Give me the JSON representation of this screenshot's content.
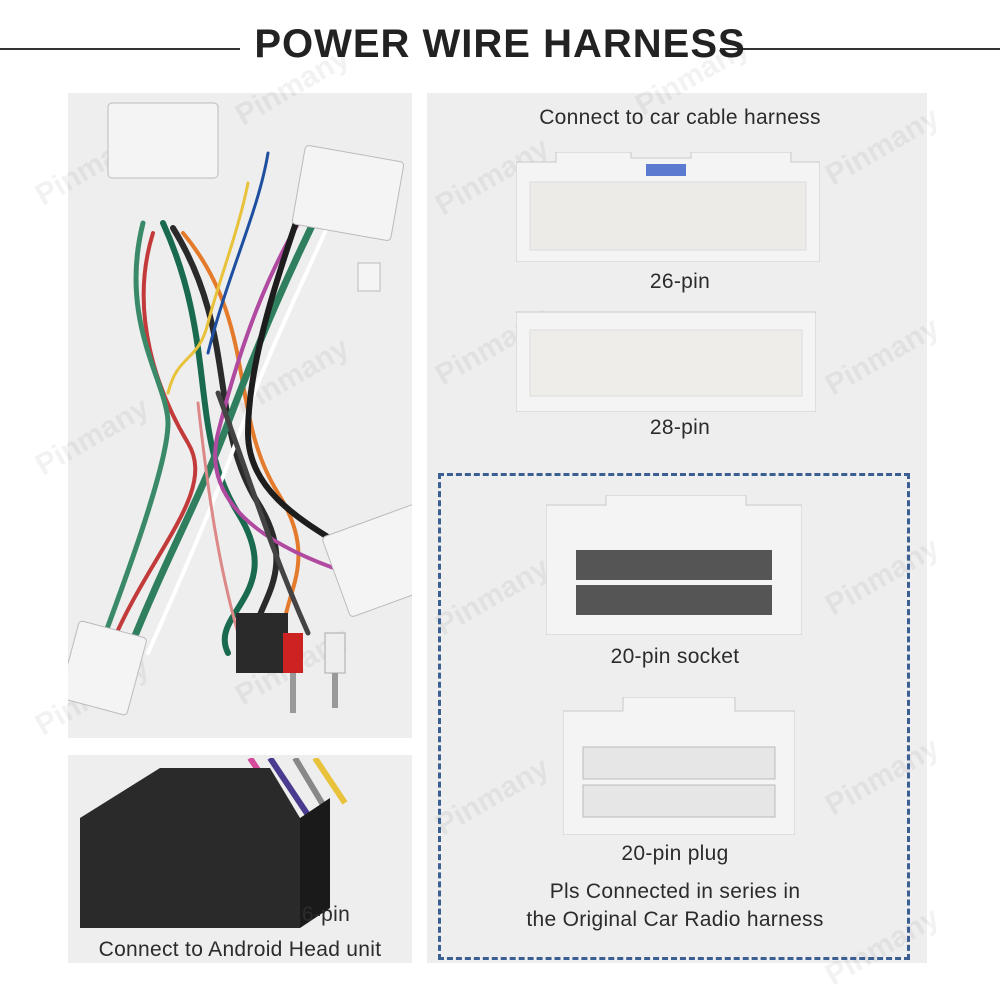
{
  "header": {
    "title": "POWER WIRE HARNESS"
  },
  "watermark": {
    "text": "Pinmany"
  },
  "right_panel": {
    "connect_car": "Connect to car cable harness",
    "pin26": "26-pin",
    "pin28": "28-pin",
    "socket20": "20-pin socket",
    "plug20": "20-pin plug",
    "note_line1": "Pls Connected in series in",
    "note_line2": "the Original Car Radio harness"
  },
  "bottom_left": {
    "pin16": "16-pin",
    "connect_android": "Connect to Android Head unit"
  },
  "colors": {
    "panel_bg": "#eeeeee",
    "dashed_border": "#3b5f93",
    "connector_white": "#f4f4f4",
    "connector_black": "#2a2a2a"
  }
}
